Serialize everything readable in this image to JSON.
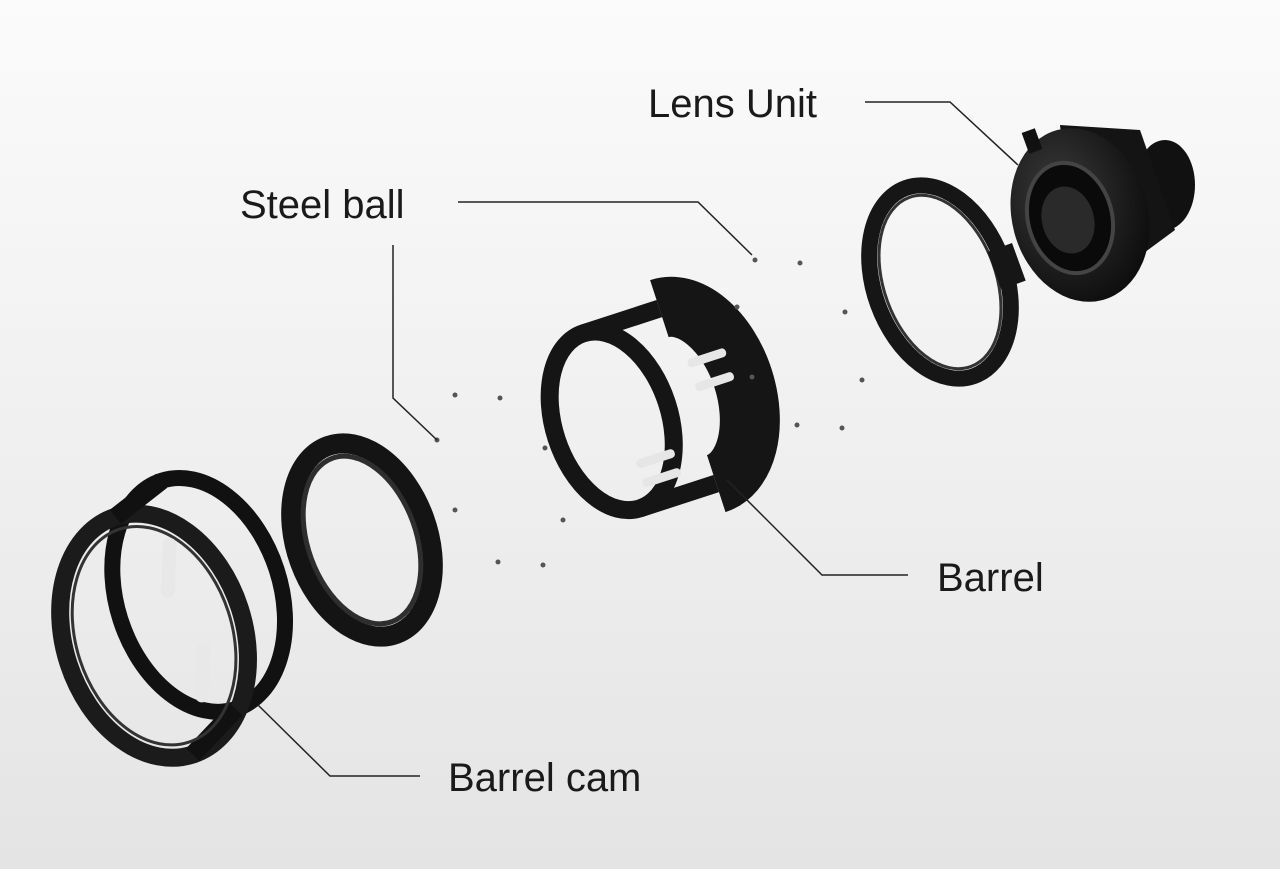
{
  "labels": {
    "lens_unit": "Lens Unit",
    "steel_ball": "Steel ball",
    "barrel": "Barrel",
    "barrel_cam": "Barrel cam"
  },
  "colors": {
    "part": "#151515",
    "leader": "#222222",
    "ball": "#555555"
  }
}
